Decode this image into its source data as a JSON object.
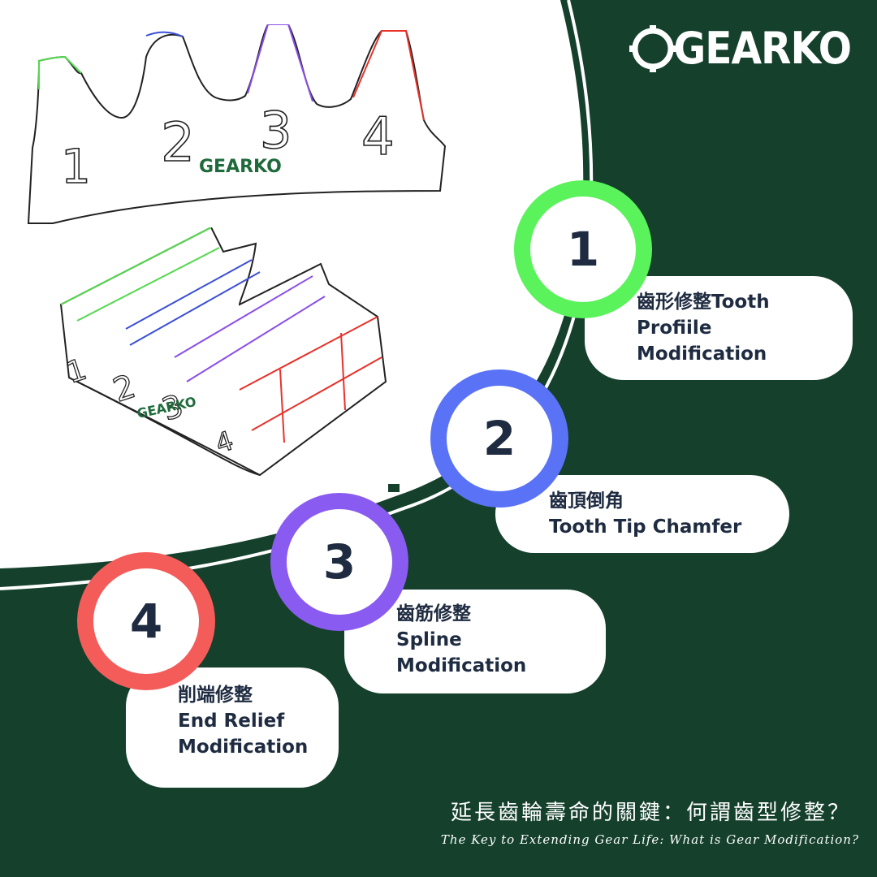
{
  "brand": {
    "logo_text": "GEARKO",
    "colors": {
      "background": "#14402c",
      "panel": "#ffffff",
      "step1": "#5af35c",
      "step2": "#5a72f6",
      "step3": "#8a5bf0",
      "step4": "#f45c5a",
      "text": "#1e2b40"
    }
  },
  "diagram": {
    "profile_labels": [
      "1",
      "2",
      "3",
      "4"
    ],
    "block_labels": [
      "1",
      "2",
      "3",
      "4"
    ],
    "inline_logo_text": "GEARKO"
  },
  "steps": [
    {
      "number": "1",
      "lines": [
        "齒形修整Tooth",
        "Profiile",
        "Modification"
      ]
    },
    {
      "number": "2",
      "lines": [
        "齒頂倒角",
        "Tooth Tip Chamfer"
      ]
    },
    {
      "number": "3",
      "lines": [
        "齒筋修整",
        "Spline",
        "Modification"
      ]
    },
    {
      "number": "4",
      "lines": [
        "削端修整",
        "End Relief",
        "Modification"
      ]
    }
  ],
  "footer": {
    "title_cn": "延長齒輪壽命的關鍵：何謂齒型修整？",
    "title_en": "The Key to Extending Gear Life: What is Gear Modification?"
  }
}
